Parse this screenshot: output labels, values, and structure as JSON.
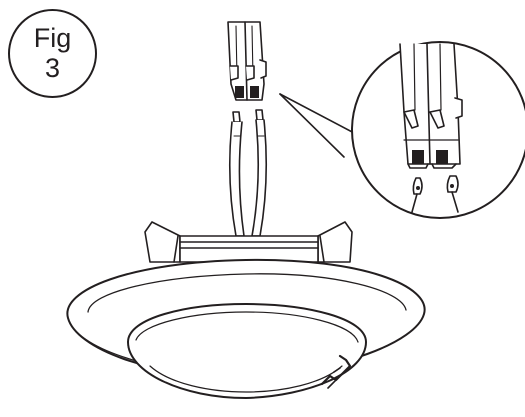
{
  "figure": {
    "label": "Fig",
    "number": "3"
  },
  "colors": {
    "line": "#231f20",
    "fill": "#ffffff",
    "shade": "#231f20"
  },
  "icons": {
    "connector": "two-pin-wire-connector",
    "fixture": "round-ceiling-fixture",
    "detail": "magnified-connector-detail"
  }
}
